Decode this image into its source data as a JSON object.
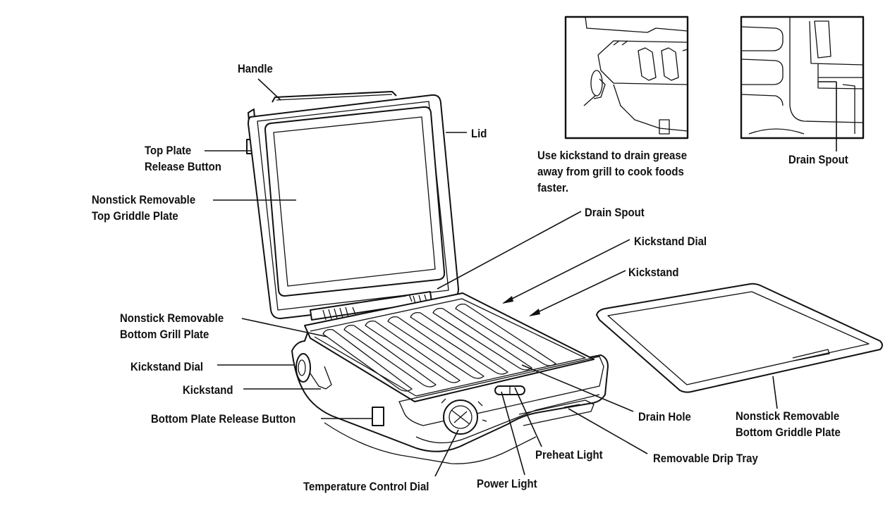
{
  "labels": {
    "handle": "Handle",
    "lid": "Lid",
    "top_plate_release": [
      "Top Plate",
      "Release Button"
    ],
    "top_griddle_plate": [
      "Nonstick Removable",
      "Top Griddle Plate"
    ],
    "inset_caption": [
      "Use kickstand to drain grease",
      "away from grill to cook foods",
      "faster."
    ],
    "drain_spout_inset": "Drain Spout",
    "drain_spout": "Drain Spout",
    "kickstand_dial_right": "Kickstand Dial",
    "kickstand_right": "Kickstand",
    "bottom_grill_plate": [
      "Nonstick Removable",
      "Bottom Grill Plate"
    ],
    "kickstand_dial_left": "Kickstand Dial",
    "kickstand_left": "Kickstand",
    "bottom_plate_release": "Bottom Plate Release Button",
    "drain_hole": "Drain Hole",
    "bottom_griddle_plate": [
      "Nonstick Removable",
      "Bottom Griddle Plate"
    ],
    "preheat_light": "Preheat Light",
    "removable_drip_tray": "Removable Drip Tray",
    "power_light": "Power Light",
    "temperature_control_dial": "Temperature Control Dial"
  }
}
